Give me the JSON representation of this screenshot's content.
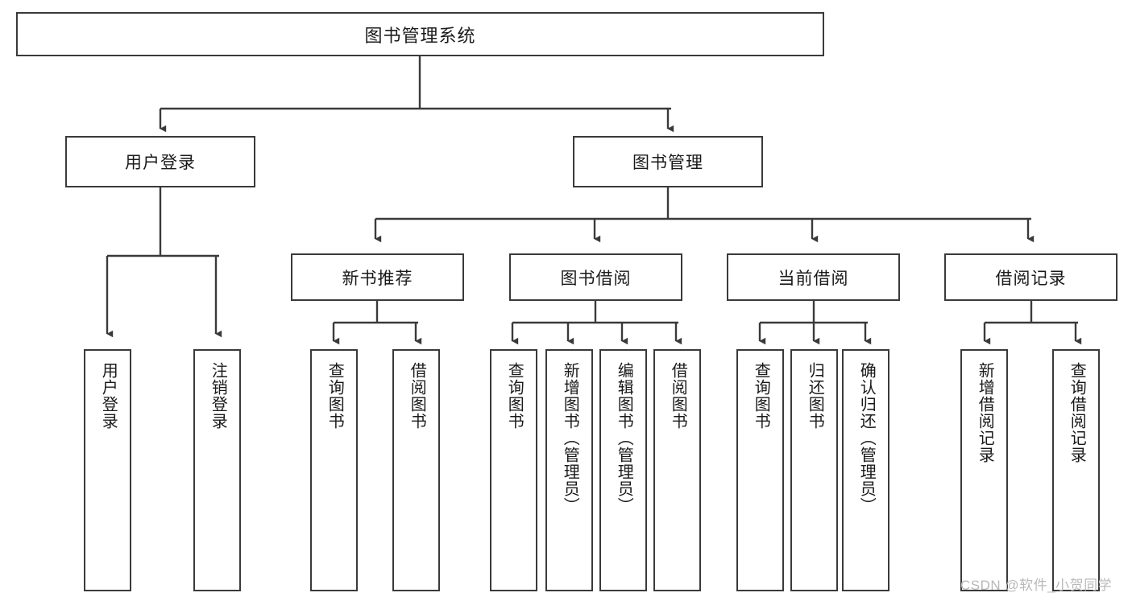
{
  "diagram": {
    "title": "图书管理系统",
    "type": "tree-hierarchy-diagram",
    "colors": {
      "box_border": "#3a3a3a",
      "box_fill": "#ffffff",
      "edge": "#3a3a3a",
      "text": "#1a1a1a",
      "watermark": "#b9b9b9",
      "background": "#ffffff"
    },
    "root": {
      "label": "图书管理系统"
    },
    "level2": [
      {
        "id": "user-login",
        "label": "用户登录"
      },
      {
        "id": "book-manage",
        "label": "图书管理"
      }
    ],
    "level3": [
      {
        "id": "new-book-rec",
        "label": "新书推荐"
      },
      {
        "id": "book-borrow",
        "label": "图书借阅"
      },
      {
        "id": "current-borrow",
        "label": "当前借阅"
      },
      {
        "id": "borrow-record",
        "label": "借阅记录"
      }
    ],
    "leaves": {
      "user-login": [
        {
          "id": "leaf-user-login",
          "label": "用户登录"
        },
        {
          "id": "leaf-user-logout",
          "label": "注销登录"
        }
      ],
      "new-book-rec": [
        {
          "id": "leaf-query-book-1",
          "label": "查询图书"
        },
        {
          "id": "leaf-borrow-book-1",
          "label": "借阅图书"
        }
      ],
      "book-borrow": [
        {
          "id": "leaf-query-book-2",
          "label": "查询图书"
        },
        {
          "id": "leaf-add-book",
          "label": "新增图书（管理员）"
        },
        {
          "id": "leaf-edit-book",
          "label": "编辑图书（管理员）"
        },
        {
          "id": "leaf-borrow-book-2",
          "label": "借阅图书"
        }
      ],
      "current-borrow": [
        {
          "id": "leaf-query-book-3",
          "label": "查询图书"
        },
        {
          "id": "leaf-return-book",
          "label": "归还图书"
        },
        {
          "id": "leaf-confirm-return",
          "label": "确认归还（管理员）"
        }
      ],
      "borrow-record": [
        {
          "id": "leaf-add-record",
          "label": "新增借阅记录"
        },
        {
          "id": "leaf-query-record",
          "label": "查询借阅记录"
        }
      ]
    },
    "watermark": "CSDN @软件_小贺同学"
  }
}
